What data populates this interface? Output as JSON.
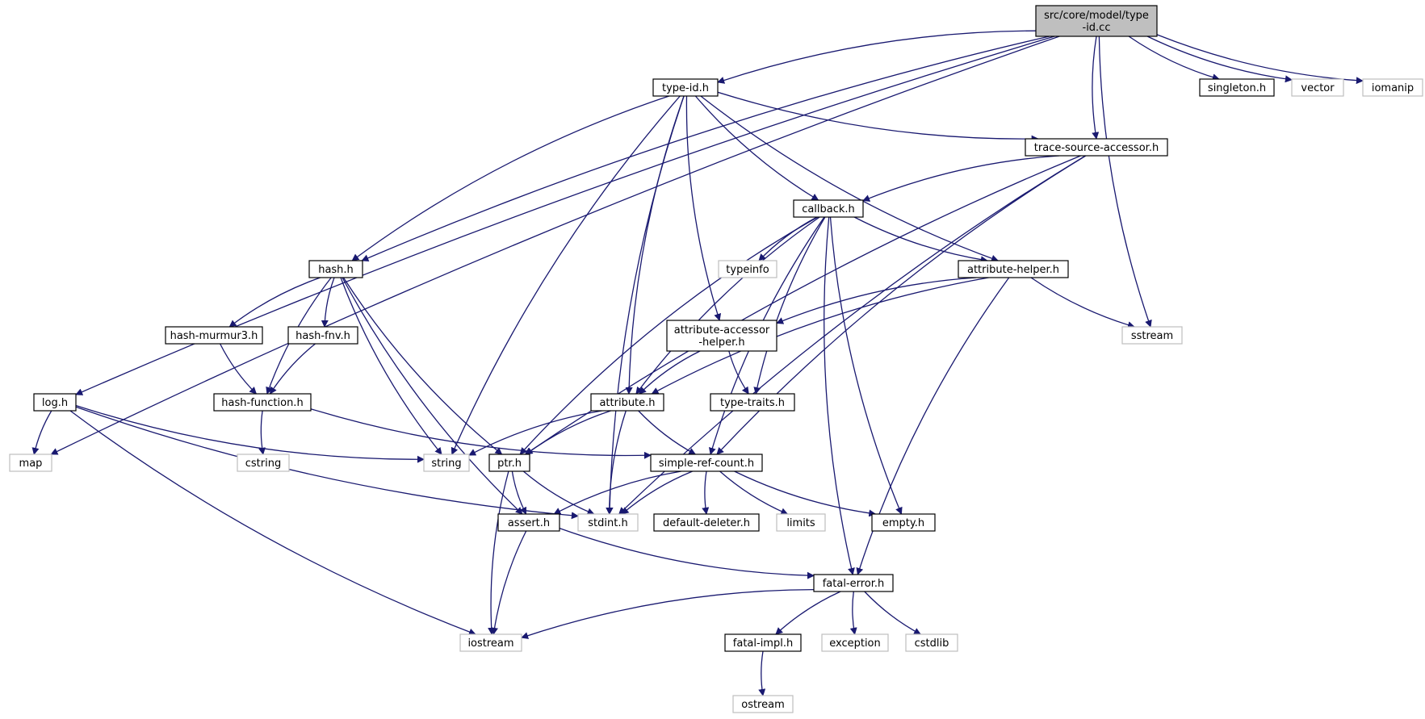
{
  "colors": {
    "edge": "#191970",
    "root_fill": "#bfbfbf",
    "root_stroke": "#000000",
    "local_stroke": "#000000",
    "system_stroke": "#bfbfbf",
    "node_fill": "#ffffff"
  },
  "nodes": [
    {
      "id": "type_id_cc",
      "label": [
        "src/core/model/type",
        "-id.cc"
      ],
      "kind": "root"
    },
    {
      "id": "type_id_h",
      "label": [
        "type-id.h"
      ],
      "kind": "local"
    },
    {
      "id": "singleton_h",
      "label": [
        "singleton.h"
      ],
      "kind": "local"
    },
    {
      "id": "vector",
      "label": [
        "vector"
      ],
      "kind": "system"
    },
    {
      "id": "iomanip",
      "label": [
        "iomanip"
      ],
      "kind": "system"
    },
    {
      "id": "trace_source_accessor_h",
      "label": [
        "trace-source-accessor.h"
      ],
      "kind": "local"
    },
    {
      "id": "callback_h",
      "label": [
        "callback.h"
      ],
      "kind": "local"
    },
    {
      "id": "hash_h",
      "label": [
        "hash.h"
      ],
      "kind": "local"
    },
    {
      "id": "typeinfo",
      "label": [
        "typeinfo"
      ],
      "kind": "system"
    },
    {
      "id": "attribute_helper_h",
      "label": [
        "attribute-helper.h"
      ],
      "kind": "local"
    },
    {
      "id": "hash_murmur3_h",
      "label": [
        "hash-murmur3.h"
      ],
      "kind": "local"
    },
    {
      "id": "hash_fnv_h",
      "label": [
        "hash-fnv.h"
      ],
      "kind": "local"
    },
    {
      "id": "attribute_accessor_helper_h",
      "label": [
        "attribute-accessor",
        "-helper.h"
      ],
      "kind": "local"
    },
    {
      "id": "sstream",
      "label": [
        "sstream"
      ],
      "kind": "system"
    },
    {
      "id": "log_h",
      "label": [
        "log.h"
      ],
      "kind": "local"
    },
    {
      "id": "hash_function_h",
      "label": [
        "hash-function.h"
      ],
      "kind": "local"
    },
    {
      "id": "attribute_h",
      "label": [
        "attribute.h"
      ],
      "kind": "local"
    },
    {
      "id": "type_traits_h",
      "label": [
        "type-traits.h"
      ],
      "kind": "local"
    },
    {
      "id": "map",
      "label": [
        "map"
      ],
      "kind": "system"
    },
    {
      "id": "cstring",
      "label": [
        "cstring"
      ],
      "kind": "system"
    },
    {
      "id": "string",
      "label": [
        "string"
      ],
      "kind": "system"
    },
    {
      "id": "ptr_h",
      "label": [
        "ptr.h"
      ],
      "kind": "local"
    },
    {
      "id": "simple_ref_count_h",
      "label": [
        "simple-ref-count.h"
      ],
      "kind": "local"
    },
    {
      "id": "stdint_h",
      "label": [
        "stdint.h"
      ],
      "kind": "system"
    },
    {
      "id": "assert_h",
      "label": [
        "assert.h"
      ],
      "kind": "local"
    },
    {
      "id": "default_deleter_h",
      "label": [
        "default-deleter.h"
      ],
      "kind": "local"
    },
    {
      "id": "limits",
      "label": [
        "limits"
      ],
      "kind": "system"
    },
    {
      "id": "empty_h",
      "label": [
        "empty.h"
      ],
      "kind": "local"
    },
    {
      "id": "fatal_error_h",
      "label": [
        "fatal-error.h"
      ],
      "kind": "local"
    },
    {
      "id": "iostream",
      "label": [
        "iostream"
      ],
      "kind": "system"
    },
    {
      "id": "fatal_impl_h",
      "label": [
        "fatal-impl.h"
      ],
      "kind": "local"
    },
    {
      "id": "exception",
      "label": [
        "exception"
      ],
      "kind": "system"
    },
    {
      "id": "cstdlib",
      "label": [
        "cstdlib"
      ],
      "kind": "system"
    },
    {
      "id": "ostream",
      "label": [
        "ostream"
      ],
      "kind": "system"
    }
  ],
  "edges": [
    [
      "type_id_cc",
      "type_id_h"
    ],
    [
      "type_id_cc",
      "singleton_h"
    ],
    [
      "type_id_cc",
      "vector"
    ],
    [
      "type_id_cc",
      "iomanip"
    ],
    [
      "type_id_cc",
      "trace_source_accessor_h"
    ],
    [
      "type_id_cc",
      "hash_h"
    ],
    [
      "type_id_cc",
      "log_h"
    ],
    [
      "type_id_cc",
      "map"
    ],
    [
      "type_id_cc",
      "sstream"
    ],
    [
      "type_id_h",
      "trace_source_accessor_h"
    ],
    [
      "type_id_h",
      "callback_h"
    ],
    [
      "type_id_h",
      "hash_h"
    ],
    [
      "type_id_h",
      "attribute_helper_h"
    ],
    [
      "type_id_h",
      "attribute_accessor_helper_h"
    ],
    [
      "type_id_h",
      "attribute_h"
    ],
    [
      "type_id_h",
      "string"
    ],
    [
      "type_id_h",
      "stdint_h"
    ],
    [
      "trace_source_accessor_h",
      "callback_h"
    ],
    [
      "trace_source_accessor_h",
      "ptr_h"
    ],
    [
      "trace_source_accessor_h",
      "simple_ref_count_h"
    ],
    [
      "trace_source_accessor_h",
      "stdint_h"
    ],
    [
      "callback_h",
      "typeinfo"
    ],
    [
      "callback_h",
      "attribute_helper_h"
    ],
    [
      "callback_h",
      "attribute_h"
    ],
    [
      "callback_h",
      "ptr_h"
    ],
    [
      "callback_h",
      "type_traits_h"
    ],
    [
      "callback_h",
      "simple_ref_count_h"
    ],
    [
      "callback_h",
      "empty_h"
    ],
    [
      "callback_h",
      "fatal_error_h"
    ],
    [
      "hash_h",
      "hash_murmur3_h"
    ],
    [
      "hash_h",
      "hash_fnv_h"
    ],
    [
      "hash_h",
      "hash_function_h"
    ],
    [
      "hash_h",
      "string"
    ],
    [
      "hash_h",
      "ptr_h"
    ],
    [
      "hash_h",
      "assert_h"
    ],
    [
      "attribute_helper_h",
      "attribute_accessor_helper_h"
    ],
    [
      "attribute_helper_h",
      "sstream"
    ],
    [
      "attribute_helper_h",
      "attribute_h"
    ],
    [
      "attribute_helper_h",
      "fatal_error_h"
    ],
    [
      "hash_murmur3_h",
      "hash_function_h"
    ],
    [
      "hash_fnv_h",
      "hash_function_h"
    ],
    [
      "attribute_accessor_helper_h",
      "attribute_h"
    ],
    [
      "attribute_accessor_helper_h",
      "type_traits_h"
    ],
    [
      "log_h",
      "map"
    ],
    [
      "log_h",
      "string"
    ],
    [
      "log_h",
      "stdint_h"
    ],
    [
      "log_h",
      "iostream"
    ],
    [
      "hash_function_h",
      "cstring"
    ],
    [
      "hash_function_h",
      "simple_ref_count_h"
    ],
    [
      "attribute_h",
      "string"
    ],
    [
      "attribute_h",
      "ptr_h"
    ],
    [
      "attribute_h",
      "simple_ref_count_h"
    ],
    [
      "attribute_h",
      "stdint_h"
    ],
    [
      "ptr_h",
      "assert_h"
    ],
    [
      "ptr_h",
      "stdint_h"
    ],
    [
      "ptr_h",
      "iostream"
    ],
    [
      "simple_ref_count_h",
      "assert_h"
    ],
    [
      "simple_ref_count_h",
      "stdint_h"
    ],
    [
      "simple_ref_count_h",
      "default_deleter_h"
    ],
    [
      "simple_ref_count_h",
      "limits"
    ],
    [
      "simple_ref_count_h",
      "empty_h"
    ],
    [
      "assert_h",
      "fatal_error_h"
    ],
    [
      "assert_h",
      "iostream"
    ],
    [
      "fatal_error_h",
      "iostream"
    ],
    [
      "fatal_error_h",
      "fatal_impl_h"
    ],
    [
      "fatal_error_h",
      "exception"
    ],
    [
      "fatal_error_h",
      "cstdlib"
    ],
    [
      "fatal_impl_h",
      "ostream"
    ]
  ]
}
